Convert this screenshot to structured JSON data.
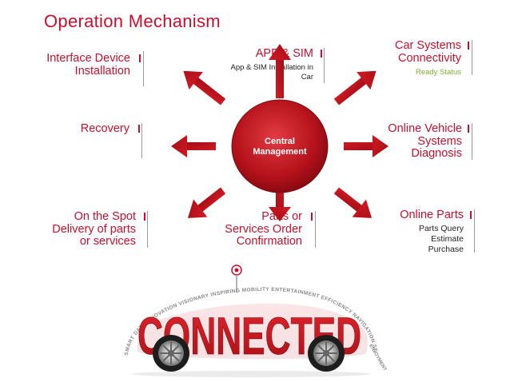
{
  "title": "Operation Mechanism",
  "center": {
    "line1": "Central",
    "line2": "Management"
  },
  "nodes": {
    "interface": {
      "line1": "Interface Device",
      "line2": "Installation"
    },
    "app_sim": {
      "label": "APP & SIM",
      "sub1": "App & SIM Installation in",
      "sub2": "Car"
    },
    "car_systems": {
      "line1": "Car Systems",
      "line2": "Connectivity",
      "sub": "Ready Status"
    },
    "recovery": {
      "label": "Recovery"
    },
    "diagnosis": {
      "line1": "Online Vehicle",
      "line2": "Systems",
      "line3": "Diagnosis"
    },
    "delivery": {
      "line1": "On the Spot",
      "line2": "Delivery of parts",
      "line3": "or services"
    },
    "parts_order": {
      "line1": "Parts or",
      "line2": "Services Order",
      "line3": "Confirmation"
    },
    "online_parts": {
      "label": "Online Parts",
      "sub1": "Parts Query",
      "sub2": "Estimate",
      "sub3": "Purchase"
    }
  },
  "car": {
    "main_word": "CONNECTED",
    "arc_text": "SMART DATA INNOVATION VISIONARY INSPIRING MOBILITY ENTERTAINMENT EFFICIENCY NAVIGATION SERVICES AUTOMOTIVE",
    "rear_text": "ENJOYMENT"
  },
  "colors": {
    "accent": "#c8102e",
    "sub_green": "#7cae2f",
    "sub_text": "#222222",
    "divider": "#9a9a9a"
  }
}
